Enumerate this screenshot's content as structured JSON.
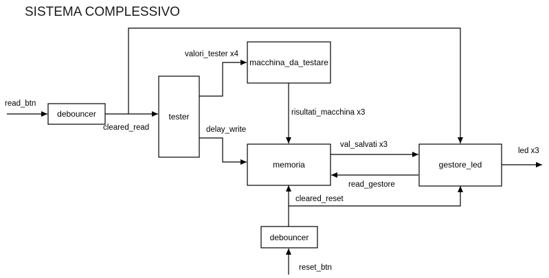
{
  "title": "SISTEMA COMPLESSIVO",
  "blocks": {
    "debouncer_read": "debouncer",
    "tester": "tester",
    "macchina": "macchina_da_testare",
    "memoria": "memoria",
    "gestore_led": "gestore_led",
    "debouncer_reset": "debouncer"
  },
  "signals": {
    "read_btn": "read_btn",
    "cleared_read": "cleared_read",
    "valori_tester": "valori_tester x4",
    "delay_write": "delay_write",
    "risultati_macchina": "risultati_macchina x3",
    "val_salvati": "val_salvati x3",
    "read_gestore": "read_gestore",
    "cleared_reset": "cleared_reset",
    "led": "led x3",
    "reset_btn": "reset_btn"
  }
}
